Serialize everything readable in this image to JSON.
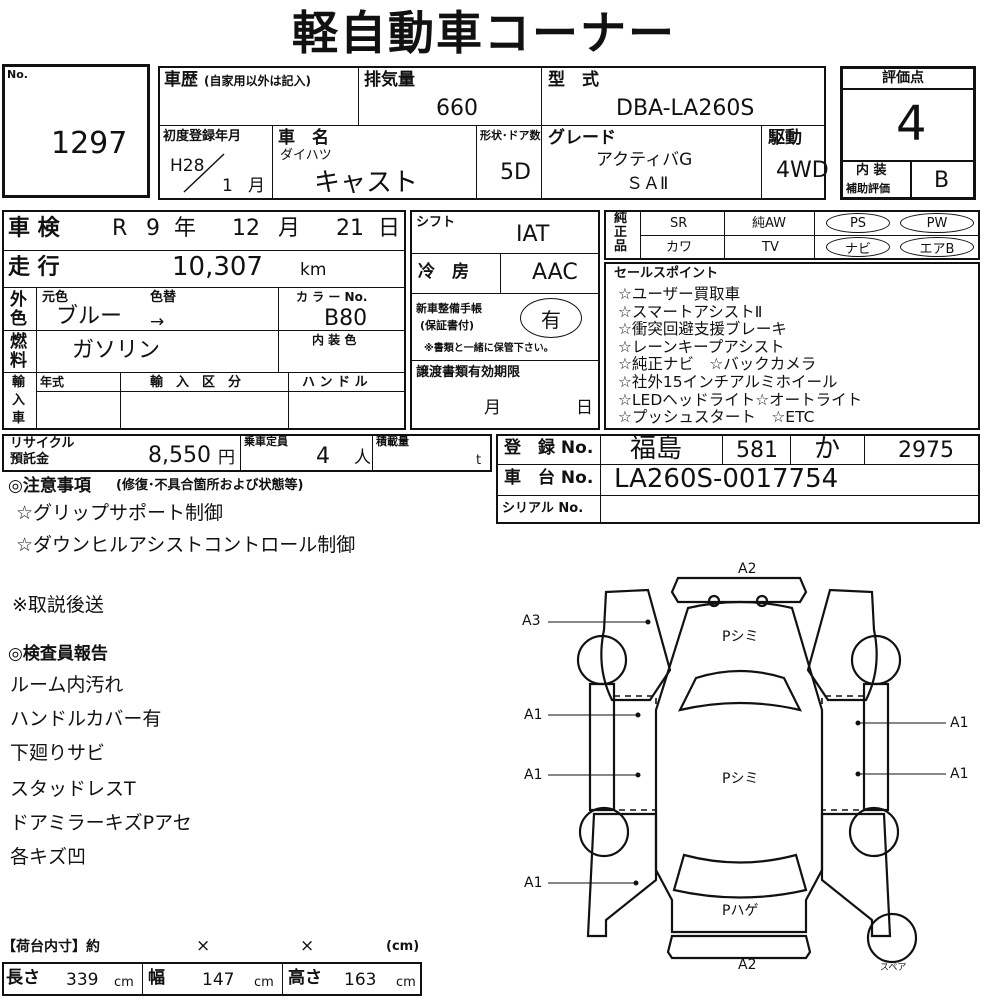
{
  "title": "軽自動車コーナー",
  "lot": {
    "no_label": "No.",
    "number": "1297"
  },
  "history": {
    "label": "車歴",
    "note": "(自家用以外は記入)"
  },
  "displacement": {
    "label": "排気量",
    "value": "660"
  },
  "model": {
    "label": "型　式",
    "value": "DBA-LA260S"
  },
  "rating": {
    "label": "評価点",
    "value": "4",
    "interior_label_1": "内 装",
    "interior_label_2": "補助評価",
    "interior_value": "B"
  },
  "first_reg": {
    "label": "初度登録年月",
    "year": "H28",
    "month": "1",
    "month_unit": "月"
  },
  "car_name": {
    "label": "車　名",
    "maker": "ダイハツ",
    "name": "キャスト"
  },
  "body": {
    "label": "形状･ドア数",
    "value": "5D"
  },
  "grade": {
    "label": "グレード",
    "line1": "アクティバG",
    "line2": "ＳＡⅡ"
  },
  "drive": {
    "label": "駆動",
    "value": "4WD"
  },
  "inspection": {
    "label": "車 検",
    "era": "R",
    "year": "9",
    "year_unit": "年",
    "month": "12",
    "month_unit": "月",
    "day": "21",
    "day_unit": "日"
  },
  "shift": {
    "label": "シフト",
    "value": "IAT"
  },
  "equipment": {
    "label_1": "純",
    "label_2": "正",
    "label_3": "品",
    "sr": "SR",
    "jun_aw": "純AW",
    "ps": "PS",
    "pw": "PW",
    "kawa": "カワ",
    "tv": "TV",
    "navi": "ナビ",
    "aircon": "エアB"
  },
  "mileage": {
    "label": "走 行",
    "value": "10,307",
    "unit": "km"
  },
  "cooling": {
    "label": "冷　房",
    "value": "AAC"
  },
  "color": {
    "label_1": "外",
    "label_2": "色",
    "original_label": "元色",
    "change_label": "色替",
    "color_no_label": "カ ラ ー No.",
    "original": "ブルー",
    "arrow": "→",
    "color_no": "B80"
  },
  "warranty": {
    "label_1": "新車整備手帳",
    "label_2": "(保証書付)",
    "value": "有",
    "note": "※書類と一緒に保管下さい。"
  },
  "fuel": {
    "label_1": "燃",
    "label_2": "料",
    "value": "ガソリン",
    "interior_color_label": "内 装 色"
  },
  "import": {
    "label_1": "輸",
    "label_2": "入",
    "label_3": "車",
    "year_label": "年式",
    "type_label": "輸　入　区　分",
    "handle_label": "ハ ン ド ル"
  },
  "transfer": {
    "label": "譲渡書類有効期限",
    "month_unit": "月",
    "day_unit": "日"
  },
  "sales_points": {
    "label": "セールスポイント",
    "items": [
      "☆ユーザー買取車",
      "☆スマートアシストⅡ",
      "☆衝突回避支援ブレーキ",
      "☆レーンキープアシスト",
      "☆純正ナビ　☆バックカメラ",
      "☆社外15インチアルミホイール",
      "☆LEDヘッドライト☆オートライト",
      "☆プッシュスタート　☆ETC"
    ]
  },
  "recycle": {
    "label_1": "リサイクル",
    "label_2": "預託金",
    "value": "8,550",
    "unit": "円"
  },
  "capacity": {
    "label": "乗車定員",
    "value": "4",
    "unit": "人"
  },
  "load": {
    "label": "積載量",
    "unit": "t"
  },
  "registration": {
    "label": "登　録 No.",
    "area": "福島",
    "class": "581",
    "kana": "か",
    "number": "2975"
  },
  "chassis": {
    "label": "車　台 No.",
    "value": "LA260S-0017754"
  },
  "serial": {
    "label": "シリアル No."
  },
  "caution": {
    "label": "◎注意事項",
    "note": "(修復･不具合箇所および状態等)",
    "items": [
      "☆グリップサポート制御",
      "☆ダウンヒルアシストコントロール制御"
    ]
  },
  "remark": "※取説後送",
  "inspector": {
    "label": "◎検査員報告",
    "items": [
      "ルーム内汚れ",
      "ハンドルカバー有",
      "下廻りサビ",
      "スタッドレスT",
      "ドアミラーキズPアセ",
      "各キズ凹"
    ]
  },
  "cargo": {
    "label": "【荷台内寸】約",
    "x1": "×",
    "x2": "×",
    "unit": "(cm)",
    "length_label": "長さ",
    "length": "339",
    "width_label": "幅",
    "width": "147",
    "height_label": "高さ",
    "height": "163",
    "cm": "cm"
  },
  "diagram": {
    "a2_top": "A2",
    "a2_bottom": "A2",
    "a3": "A3",
    "a1_l1": "A1",
    "a1_l2": "A1",
    "a1_l3": "A1",
    "a1_r1": "A1",
    "a1_r2": "A1",
    "hood": "Pシミ",
    "roof": "Pシミ",
    "rear": "Pハゲ",
    "spare": "スペア"
  }
}
